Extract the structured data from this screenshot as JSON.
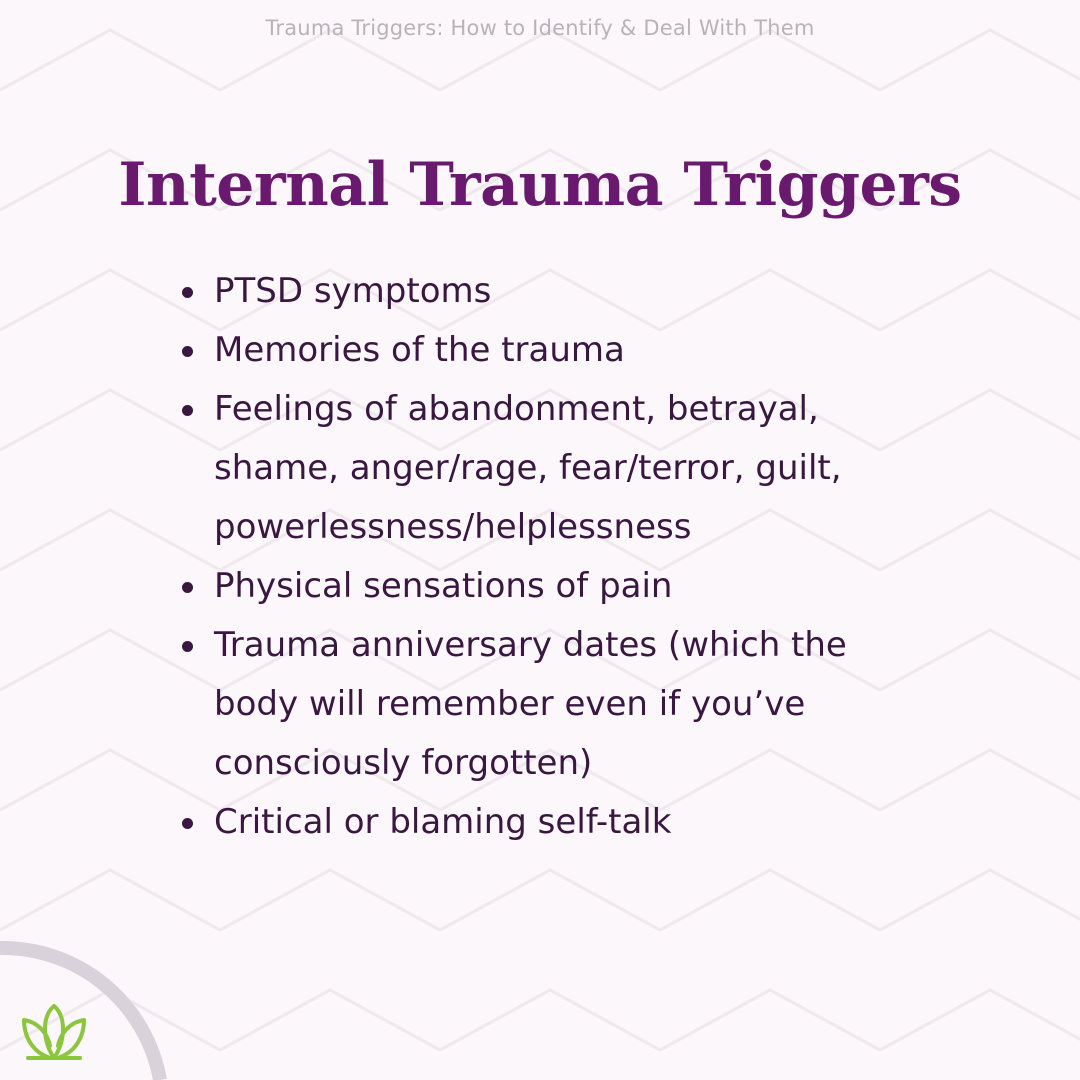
{
  "header": {
    "text": "Trauma Triggers: How to Identify & Deal With Them"
  },
  "title": "Internal Trauma Triggers",
  "items": [
    {
      "text": "PTSD symptoms"
    },
    {
      "text": "Memories of the trauma"
    },
    {
      "text": "Feelings of abandonment, betrayal, shame, anger/rage, fear/terror, guilt, powerlessness/helplessness"
    },
    {
      "text": "Physical sensations of pain"
    },
    {
      "text": "Trauma anniversary dates (which the body will remember even if you’ve consciously forgotten)"
    },
    {
      "text": "Critical or blaming self-talk"
    }
  ],
  "colors": {
    "background": "#fbf7fb",
    "title": "#6a1a6e",
    "body_text": "#3a1740",
    "header_text": "#b9b3b9",
    "arc": "#d9d2db",
    "logo": "#8cc63f"
  },
  "icons": {
    "logo": "lotus-leaf-icon"
  }
}
